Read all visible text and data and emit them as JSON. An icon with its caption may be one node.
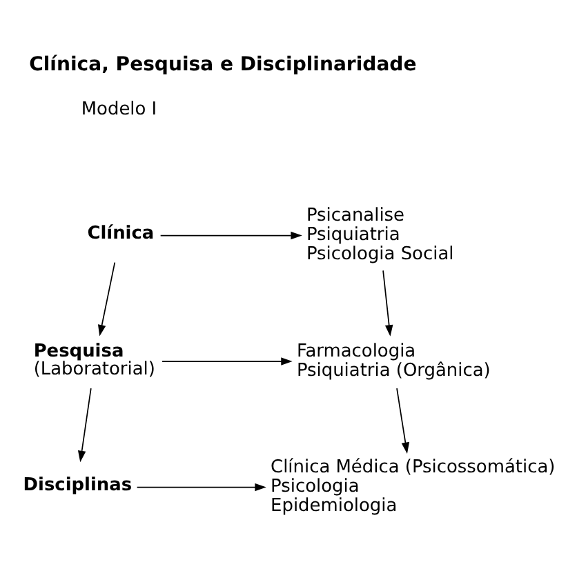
{
  "diagram": {
    "title": "Clínica, Pesquisa e Disciplinaridade",
    "nodes": [
      {
        "text": [
          "Clínica"
        ]
      },
      {
        "text": [
          "Psicanalise",
          "Psiquiatria",
          "Psicologia Social"
        ]
      },
      {
        "text": [
          "Pesquisa",
          "(Laboratorial)"
        ]
      },
      {
        "text": [
          "Farmacologia",
          "Psiquiatria (Orgânica)"
        ]
      },
      {
        "text": [
          "Disciplinas"
        ]
      },
      {
        "text": [
          "Clínica Médica (Psicossomática)",
          "Psicologia",
          "Epidemiologia"
        ]
      }
    ],
    "edges": [
      {
        "from": 0,
        "to": 1,
        "arrow": "to"
      },
      {
        "from": 0,
        "to": 2,
        "arrow": "to"
      },
      {
        "from": 1,
        "to": 3,
        "arrow": "to"
      },
      {
        "from": 2,
        "to": 3,
        "arrow": "to"
      },
      {
        "from": 2,
        "to": 4,
        "arrow": "to"
      },
      {
        "from": 3,
        "to": 5,
        "arrow": "to"
      },
      {
        "from": 4,
        "to": 5,
        "arrow": "to"
      }
    ],
    "labels": [
      "Modelo I"
    ]
  }
}
